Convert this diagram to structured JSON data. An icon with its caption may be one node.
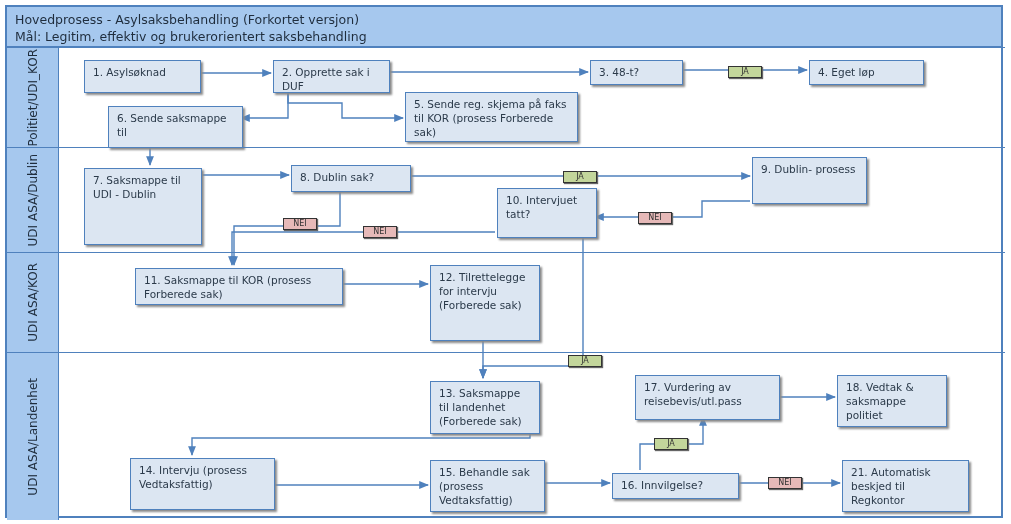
{
  "diagram": {
    "nodes": [
      {
        "text": [
          "Hovedprosess - Asylsaksbehandling (Forkortet versjon)",
          "Mål: Legitim, effektiv og brukerorientert saksbehandling"
        ]
      },
      {
        "text": [
          "Politiet/UDI_KOR"
        ],
        "in": 0
      },
      {
        "text": [
          "1. Asylsøknad"
        ],
        "in": 1
      },
      {
        "text": [
          "2. Opprette sak i DUF"
        ],
        "in": 1
      },
      {
        "text": [
          "3. 48-t?"
        ],
        "in": 1
      },
      {
        "text": [
          "4. Eget løp"
        ],
        "in": 1
      },
      {
        "text": [
          "5. Sende reg. skjema på faks til KOR (prosess Forberede sak)"
        ],
        "in": 1
      },
      {
        "text": [
          "6. Sende saksmappe til"
        ],
        "in": 1
      },
      {
        "text": [
          "UDI ASA/Dublin"
        ],
        "in": 0
      },
      {
        "text": [
          "7. Saksmappe til UDI - Dublin"
        ],
        "in": 8
      },
      {
        "text": [
          "8. Dublin sak?"
        ],
        "in": 8
      },
      {
        "text": [
          "9. Dublin- prosess"
        ],
        "in": 8
      },
      {
        "text": [
          "10. Intervjuet tatt?"
        ],
        "in": 8
      },
      {
        "text": [
          "UDI ASA/KOR"
        ],
        "in": 0
      },
      {
        "text": [
          "11. Saksmappe til KOR (prosess Forberede sak)"
        ],
        "in": 13
      },
      {
        "text": [
          "12. Tilrettelegge for intervju (Forberede sak)"
        ],
        "in": 13
      },
      {
        "text": [
          "UDI ASA/Landenhet"
        ],
        "in": 0
      },
      {
        "text": [
          "13. Saksmappe til landenhet (Forberede sak)"
        ],
        "in": 16
      },
      {
        "text": [
          "14. Intervju (prosess Vedtaksfattig)"
        ],
        "in": 16
      },
      {
        "text": [
          "15. Behandle sak (prosess Vedtaksfattig)"
        ],
        "in": 16
      },
      {
        "text": [
          "16. Innvilgelse?"
        ],
        "in": 16
      },
      {
        "text": [
          "17. Vurdering av reisebevis/utl.pass"
        ],
        "in": 16
      },
      {
        "text": [
          "18. Vedtak & saksmappe politiet"
        ],
        "in": 16
      },
      {
        "text": [
          "21. Automatisk beskjed til Regkontor"
        ],
        "in": 16
      }
    ],
    "edges": [
      {
        "from": 2,
        "to": 3,
        "arrow": "to"
      },
      {
        "from": 3,
        "to": 4,
        "arrow": "to"
      },
      {
        "from": 4,
        "to": 5,
        "label": "JA",
        "arrow": "to"
      },
      {
        "from": 3,
        "to": 7,
        "arrow": "to"
      },
      {
        "from": 3,
        "to": 6,
        "arrow": "to"
      },
      {
        "from": 7,
        "to": 9,
        "arrow": "to"
      },
      {
        "from": 9,
        "to": 10,
        "arrow": "to"
      },
      {
        "from": 10,
        "to": 11,
        "label": "JA",
        "arrow": "to"
      },
      {
        "from": 11,
        "to": 12,
        "label": "NEI",
        "arrow": "to"
      },
      {
        "from": 10,
        "to": 14,
        "label": "NEI",
        "arrow": "to"
      },
      {
        "from": 12,
        "to": 14,
        "label": "NEI",
        "arrow": "to"
      },
      {
        "from": 12,
        "to": 17,
        "label": "JA",
        "arrow": "to"
      },
      {
        "from": 14,
        "to": 15,
        "arrow": "to"
      },
      {
        "from": 15,
        "to": 17,
        "arrow": "to"
      },
      {
        "from": 17,
        "to": 18,
        "arrow": "to"
      },
      {
        "from": 18,
        "to": 19,
        "arrow": "to"
      },
      {
        "from": 19,
        "to": 20,
        "arrow": "to"
      },
      {
        "from": 20,
        "to": 21,
        "label": "JA",
        "arrow": "to"
      },
      {
        "from": 21,
        "to": 22,
        "arrow": "to"
      },
      {
        "from": 20,
        "to": 23,
        "label": "NEI",
        "arrow": "to"
      }
    ]
  }
}
